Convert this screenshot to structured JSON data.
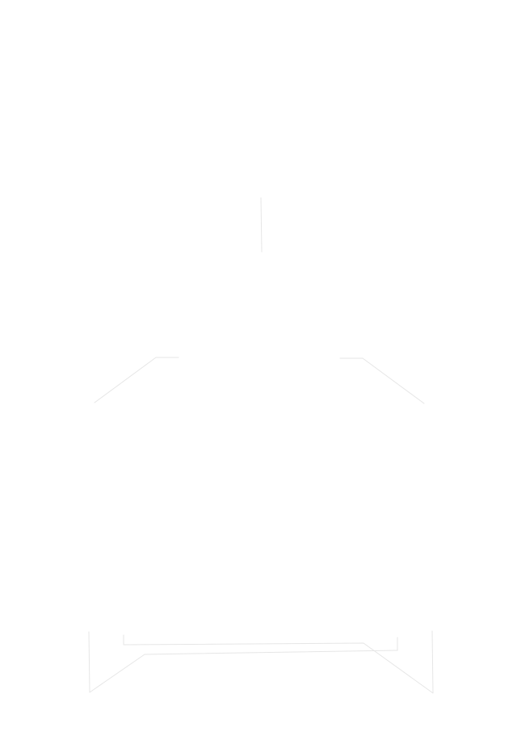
{
  "page": {
    "background_color": "#ffffff"
  },
  "drawing": {
    "stroke_color": "#e6e6e6",
    "parts": [
      "top-vertical-line",
      "left-shoulder-line",
      "right-shoulder-line",
      "base-outer-frame",
      "base-inner-bracket"
    ]
  }
}
